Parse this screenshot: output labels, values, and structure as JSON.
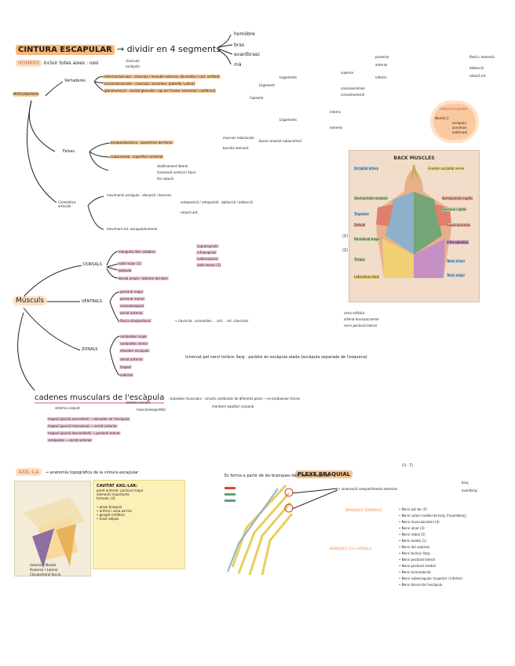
{
  "header": {
    "title": "CINTURA ESCAPULAR",
    "subtitle": "→ dividir en 4 segments",
    "segments": [
      "homòbre",
      "bras",
      "avantbrasc",
      "mà"
    ]
  },
  "homobre": {
    "label": "HOMBRO",
    "desc": "incloir totes aixes : ossi",
    "items": [
      "clavícula",
      "escàpula"
    ]
  },
  "articulacions": {
    "label": "Articulacions",
    "vertaderes": {
      "label": "Vertaderes",
      "items": [
        "esternoclavicular : clavícula i manubri esternal, (bicondília ) (art. artifiad)",
        "acromioclavicular : clavícula i acromion, (patrella / plana)",
        "glenohumeral : cavitat glenoide i cap de l'húmer (enartrosi ) (esfèrica)"
      ],
      "notes": [
        "Lligaments",
        "Lligament",
        "Capsular",
        "Lligaments"
      ]
    },
    "falses": {
      "label": "Falses",
      "items": [
        "escapulotoràcica : superficies del tòrax",
        "subacromial : superfície acromial"
      ],
      "sub": [
        "desllisament lateral",
        "translació vertical i lliure",
        "fos rotació"
      ],
      "notes": [
        "musculs relacionats",
        "bossa sinovial subacromial",
        "bursitis eminent"
      ]
    },
    "cinematica": {
      "label": "Cinemàtica articular",
      "items": [
        "moviments escàpula : elevació / descens",
        "anteposició / retropulsió , abducció / adducció",
        "rotació ant.",
        "moviment art. escapulohumeral"
      ]
    },
    "right_notes": [
      "posterior",
      "anterior",
      "inferior",
      "superior",
      "coracoacromial",
      "coracohumeral",
      "interns",
      "extrems"
    ],
    "right_heads": [
      "flexió / extensió",
      "abducció",
      "rotació int."
    ],
    "cloud_lines": [
      "Cintura escapular",
      "Nomès 2",
      "escàpula",
      "acromion",
      "estèrnum"
    ]
  },
  "muscles_image": {
    "title": "BACK MUSCLES",
    "labels_left": [
      "Occipital artery",
      "Sternocleido-mastoid",
      "Trapezius",
      "Deltoid",
      "Rhomboid major",
      "Triceps",
      "Latissimus dorsi"
    ],
    "labels_right": [
      "Greater occipital nerve",
      "Semispinalis capitis",
      "Splenius capitis",
      "Supra-spinatus",
      "Infra-spinatus",
      "Teres minor",
      "Teres major"
    ],
    "markers": [
      "(1)",
      "(2)"
    ]
  },
  "muscles": {
    "label": "Músculs",
    "dorsals": {
      "label": "DORSALS",
      "items": [
        "manguito dels rotadors",
        "rodó major (2)",
        "deltoide",
        "dorsal ample / latíssim del dors"
      ],
      "rotators": [
        "supraespinós",
        "infraespinós",
        "subescapular",
        "rodó menor (1)"
      ]
    },
    "ventrals": {
      "label": "VENTRALS",
      "items": [
        "pectoral major",
        "pectoral menor",
        "coracobraquial",
        "serrat anterior",
        "fàscia clavipectoral"
      ],
      "note": "→ clavícula , coracoides ... coll ... art. clavicular",
      "right": [
        "vena cefàlica",
        "artèria toracoacromial",
        "nervi pectoral lateral"
      ]
    },
    "zonals": {
      "label": "ZONALS",
      "items": [
        "romboides major",
        "romboides menor",
        "elevador escàpula",
        "serrat anterior",
        "trapezi",
        "subclavi"
      ],
      "note": "innervat pel nervi toràcic llarg : paràlisi en escàpula alada (escàpula separada de l'esquena)"
    }
  },
  "cadenes": {
    "title": "cadenes musculars de l'escàpula",
    "desc": ": baixades musculars : circuits combinats de diferents plans → es produeixen forces",
    "sistema": "sistema conjunt",
    "sistema_items": [
      "sistema nerviós",
      "musculoesquelètic"
    ],
    "sistema_note": "mantenir equilibri corporal",
    "pairs": [
      "trapezi (porció ascendent) → elevador de l'escàpula",
      "trapezi (porció transversa) → serrat anterior",
      "trapezi (porció descendent) → pectoral menor",
      "romboides → serrat anterior"
    ]
  },
  "axil": {
    "label": "AXIL·LA",
    "desc": "→ anatomia topogràfica de la cintura escapular",
    "note_title": "CAVITAT AXIL·LAR:",
    "note_items": [
      "paret anterior: pectoral major",
      "elements importants",
      "formats: (4)"
    ],
    "note_list": [
      "plexe braquial",
      "artèria i vena axil·lar",
      "ganglis limfàtics",
      "teixit adipós"
    ],
    "legend": [
      "Anterior / Medial",
      "Posterior / Lateral",
      "Clavipectoral fascia"
    ]
  },
  "plexe": {
    "label": "PLEXE BRAQUIAL",
    "range": "C5 - T1",
    "desc": "Es forma a partir de les branques dels nervis raquidis",
    "inerv": "→ innervació compartiments anteriors",
    "inerv_items": [
      "braç",
      "avantbraç"
    ],
    "terminal": "BRANQUES TERMINALS",
    "collateral": "BRANQUES COL·LATERALS",
    "nerves": [
      "Nervi axil·lar (5)",
      "Nervi cutani medial de braç (l'avantbraç)",
      "Nervi musculocutani (4)",
      "Nervi ulnar (3)",
      "Nervi radial (2)",
      "Nervi medià (1)",
      "Nervi del subclavi",
      "Nervi toràcic llarg",
      "Nervi pectoral lateral",
      "Nervi pectoral medial",
      "Nervi toracodorsal",
      "Nervi subescapular (superior i inferior)",
      "Nervi dorsal de l'escàpula"
    ]
  }
}
